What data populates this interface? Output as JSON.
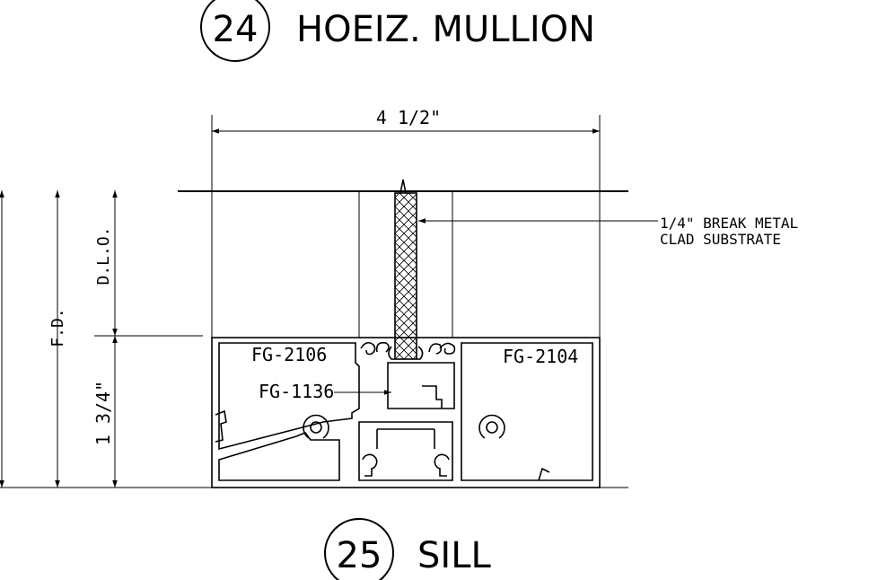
{
  "top_title": {
    "number": "24",
    "text": "HOEIZ. MULLION"
  },
  "bottom_title": {
    "number": "25",
    "text": "SILL"
  },
  "dimensions": {
    "width": "4 1/2\"",
    "dlo": "D.L.O.",
    "fd": "F.D.",
    "height": "1 3/4\""
  },
  "callouts": {
    "substrate_line1": "1/4\" BREAK METAL",
    "substrate_line2": "CLAD SUBSTRATE",
    "part_left": "FG-2106",
    "part_right": "FG-2104",
    "part_center": "FG-1136"
  }
}
